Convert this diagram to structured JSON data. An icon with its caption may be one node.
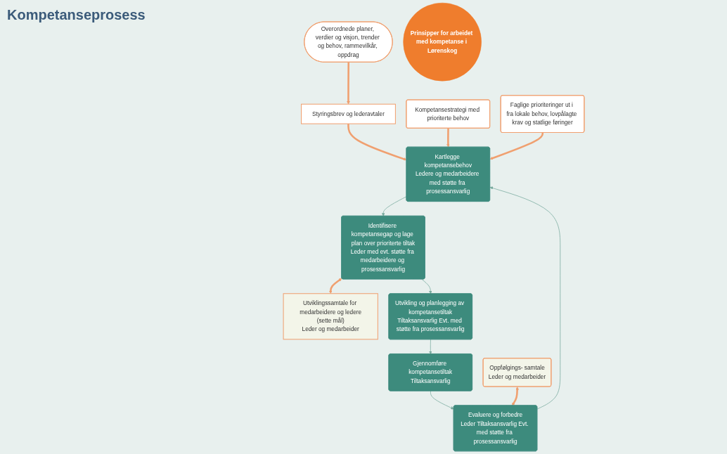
{
  "diagram": {
    "title": "Kompetanseprosess",
    "nodes": [
      {
        "text": [
          "Overordnede planer, verdier og visjon, trender og behov, rammevilkår, oppdrag"
        ]
      },
      {
        "text": [
          "Styringsbrev og lederavtaler"
        ]
      },
      {
        "text": [
          "Kompetansestrategi med prioriterte behov"
        ]
      },
      {
        "text": [
          "Faglige prioriteringer ut i fra lokale behov, lovpålagte krav og statlige føringer"
        ]
      },
      {
        "text": [
          "Kartlegge kompetansebehov",
          "Ledere og medarbeidere med støtte fra prosessansvarlig"
        ]
      },
      {
        "text": [
          "Oppfølgings- samtale",
          "Leder og medarbeider"
        ]
      },
      {
        "text": [
          "Evaluere og forbedre",
          "Leder Tiltaksansvarlig Evt. med støtte fra prosessansvarlig"
        ]
      },
      {
        "text": [
          "Prinsipper for arbeidet med kompetanse i Lørenskog"
        ]
      },
      {
        "text": [
          "Identifisere kompetansegap og lage plan over prioriterte tiltak",
          "Leder med evt. støtte fra medarbeidere og prosessansvarlig"
        ]
      },
      {
        "text": [
          "Utviklingssamtale for medarbeidere og ledere",
          "(sette mål)",
          "Leder og medarbeider"
        ]
      },
      {
        "text": [
          "Gjennomføre kompetansetiltak",
          "Tiltaksansvarlig"
        ]
      },
      {
        "text": [
          "Utvikling og planlegging av kompetansetiltak",
          "Tiltaksansvarlig Evt. med støtte fra prosessansvarlig"
        ]
      }
    ],
    "edges": [
      {
        "from": 0,
        "to": 1,
        "arrow": "to"
      },
      {
        "from": 1,
        "to": 4,
        "arrow": "to"
      },
      {
        "from": 2,
        "to": 4,
        "arrow": "to"
      },
      {
        "from": 3,
        "to": 4,
        "arrow": "to"
      },
      {
        "from": 4,
        "to": 8,
        "arrow": "to",
        "color": "#7aab9f"
      },
      {
        "from": 8,
        "to": 11,
        "arrow": "to",
        "color": "#7aab9f"
      },
      {
        "from": 11,
        "to": 10,
        "arrow": "to",
        "color": "#7aab9f"
      },
      {
        "from": 10,
        "to": 6,
        "arrow": "to",
        "color": "#7aab9f"
      },
      {
        "from": 6,
        "to": 4,
        "arrow": "to",
        "color": "#7aab9f"
      },
      {
        "from": 5,
        "to": 6,
        "arrow": "both"
      },
      {
        "from": 8,
        "to": 9,
        "arrow": "both"
      }
    ]
  }
}
